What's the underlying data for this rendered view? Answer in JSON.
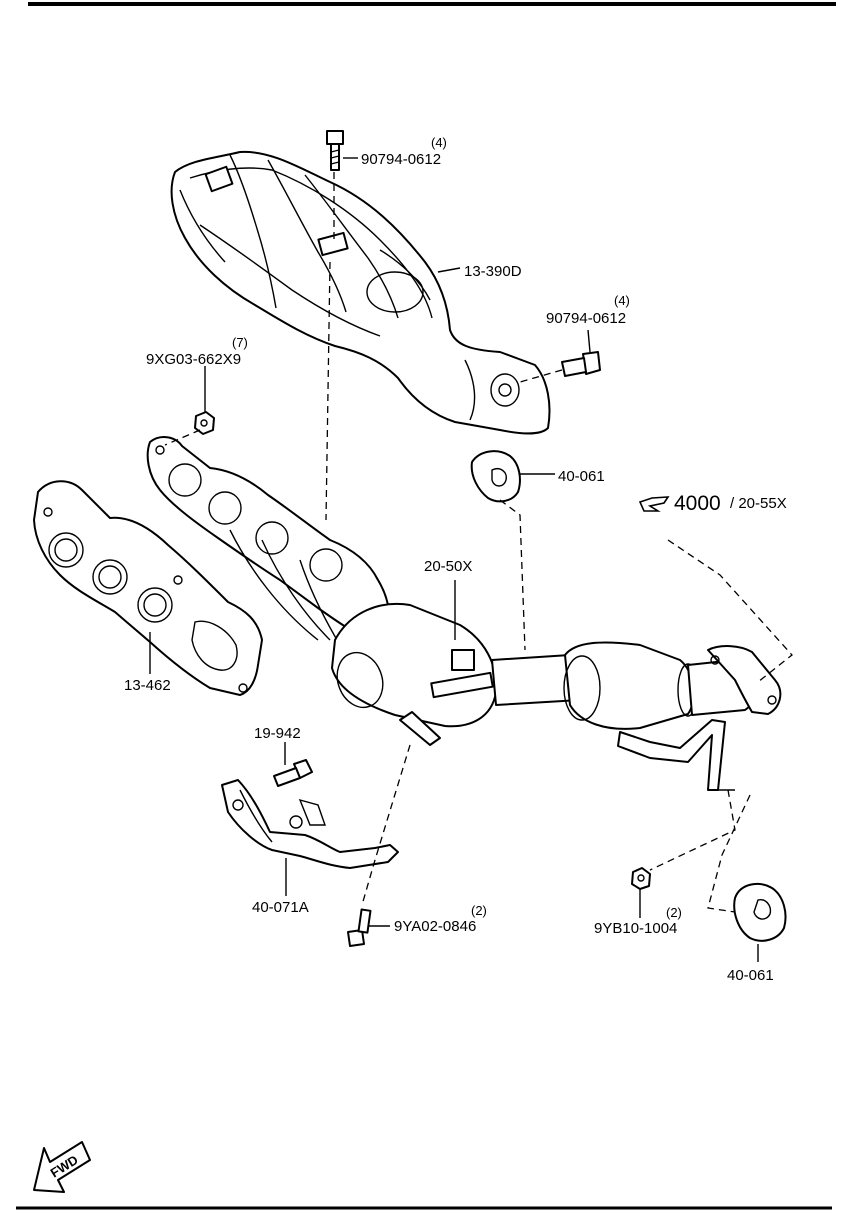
{
  "callouts": {
    "bolt_top": {
      "part": "90794-0612",
      "qty": "(4)"
    },
    "heat_shield_upper": {
      "part": "13-390D"
    },
    "bolt_right": {
      "part": "90794-0612",
      "qty": "(4)"
    },
    "nut_left": {
      "part": "9XG03-662X9",
      "qty": "(7)"
    },
    "hanger_upper": {
      "part": "40-061"
    },
    "ref_arrow": {
      "number": "4000",
      "suffix": "/ 20-55X"
    },
    "catalytic_converter": {
      "part": "20-50X"
    },
    "gasket": {
      "part": "13-462"
    },
    "bolt_lower": {
      "part": "19-942"
    },
    "bracket": {
      "part": "40-071A"
    },
    "bolt_bottom": {
      "part": "9YA02-0846",
      "qty": "(2)"
    },
    "nut_right": {
      "part": "9YB10-1004",
      "qty": "(2)"
    },
    "hanger_lower": {
      "part": "40-061"
    }
  },
  "fwd": {
    "label": "FWD"
  }
}
